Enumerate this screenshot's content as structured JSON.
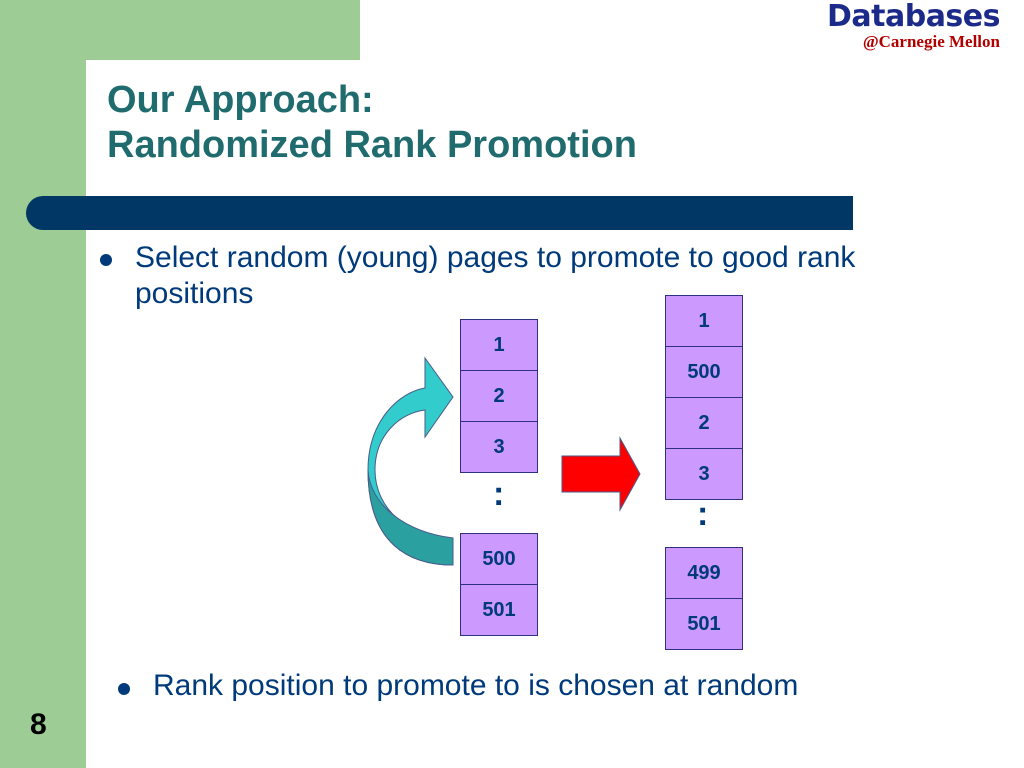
{
  "brand": {
    "name": "Databases",
    "affiliation": "@Carnegie Mellon"
  },
  "title": {
    "line1": "Our Approach:",
    "line2": "Randomized Rank Promotion"
  },
  "bullets": [
    "Select random (young) pages to promote to good rank positions",
    "Rank position to promote to is chosen at random"
  ],
  "before_list": {
    "top": [
      "1",
      "2",
      "3"
    ],
    "ellipsis": ":",
    "bottom": [
      "500",
      "501"
    ]
  },
  "after_list": {
    "top": [
      "1",
      "500",
      "2",
      "3"
    ],
    "ellipsis": ":",
    "bottom": [
      "499",
      "501"
    ]
  },
  "page_number": "8",
  "colors": {
    "title": "#1f6b6e",
    "bar": "#003764",
    "cell_fill": "#cc99ff",
    "arrow_right": "#ff0000",
    "curved_arrow": "#33cccc",
    "side_band": "#9dcc94"
  }
}
